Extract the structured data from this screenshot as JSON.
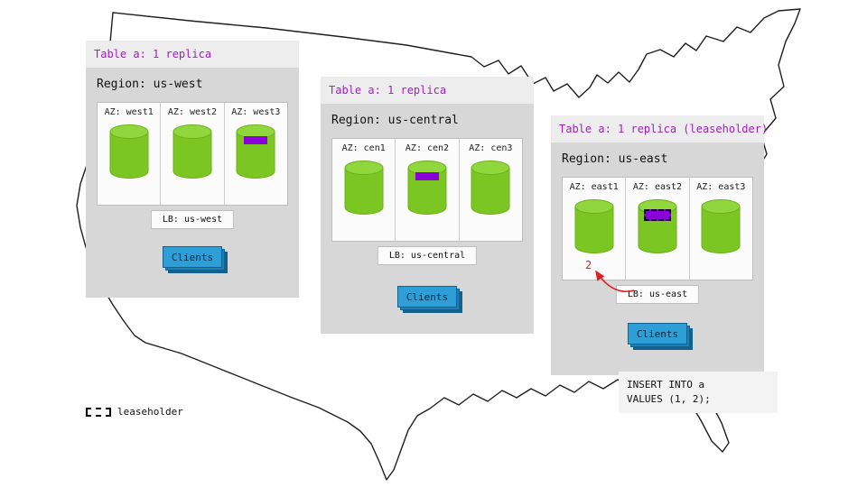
{
  "colors": {
    "table_header_text": "#a020c0",
    "cylinder_green": "#7cc623",
    "cylinder_top_green": "#90d63d",
    "range_purple": "#8a00d8",
    "clients_blue": "#2e9fd6",
    "arrow_red": "#e02020"
  },
  "legend": {
    "label": "leaseholder"
  },
  "regions": [
    {
      "name": "us-west",
      "table_label": "Table a: 1 replica",
      "region_label": "Region: us-west",
      "azs": [
        {
          "label": "AZ: west1"
        },
        {
          "label": "AZ: west2"
        },
        {
          "label": "AZ: west3"
        }
      ],
      "lb_label": "LB: us-west",
      "clients_label": "Clients"
    },
    {
      "name": "us-central",
      "table_label": "Table a: 1 replica",
      "region_label": "Region: us-central",
      "azs": [
        {
          "label": "AZ: cen1"
        },
        {
          "label": "AZ: cen2"
        },
        {
          "label": "AZ: cen3"
        }
      ],
      "lb_label": "LB: us-central",
      "clients_label": "Clients"
    },
    {
      "name": "us-east",
      "table_label": "Table a: 1 replica (leaseholder)",
      "region_label": "Region: us-east",
      "azs": [
        {
          "label": "AZ: east1"
        },
        {
          "label": "AZ: east2"
        },
        {
          "label": "AZ: east3"
        }
      ],
      "lb_label": "LB: us-east",
      "clients_label": "Clients",
      "arrow_label": "2",
      "query": "INSERT INTO a\nVALUES (1, 2);"
    }
  ]
}
